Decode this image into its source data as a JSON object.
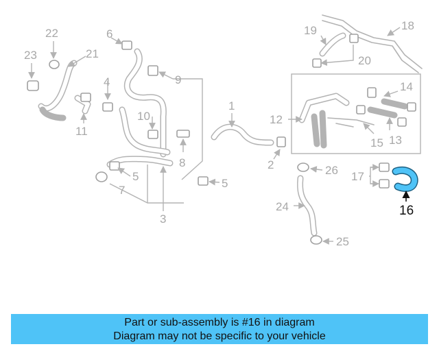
{
  "diagram": {
    "highlighted_part": "16",
    "highlight_color": "#4fc3f7",
    "labels": {
      "p1": "1",
      "p2": "2",
      "p3": "3",
      "p4": "4",
      "p5a": "5",
      "p5b": "5",
      "p6": "6",
      "p7": "7",
      "p8": "8",
      "p9": "9",
      "p10": "10",
      "p11": "11",
      "p12": "12",
      "p13": "13",
      "p14": "14",
      "p15": "15",
      "p16": "16",
      "p17": "17",
      "p18": "18",
      "p19": "19",
      "p20": "20",
      "p21": "21",
      "p22": "22",
      "p23": "23",
      "p24": "24",
      "p25": "25",
      "p26": "26"
    }
  },
  "banner": {
    "line1": "Part or sub-assembly is #16 in diagram",
    "line2": "Diagram may not be specific to your vehicle"
  }
}
